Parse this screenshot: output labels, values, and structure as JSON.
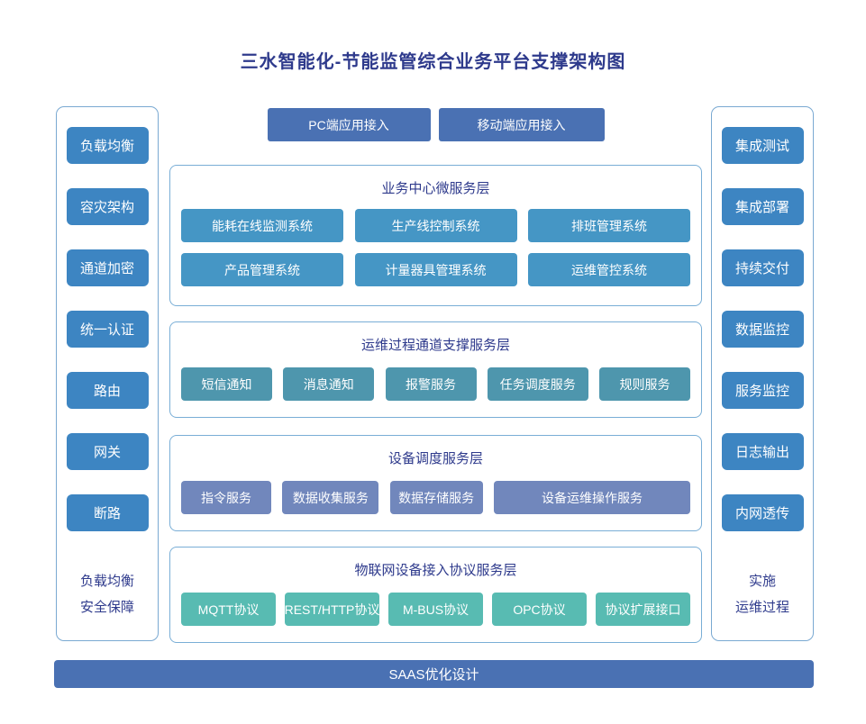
{
  "title": "三水智能化-节能监管综合业务平台支撑架构图",
  "top_access": {
    "pc": "PC端应用接入",
    "mobile": "移动端应用接入"
  },
  "left_panel": {
    "items": [
      "负载均衡",
      "容灾架构",
      "通道加密",
      "统一认证",
      "路由",
      "网关",
      "断路"
    ],
    "caption": [
      "负载均衡",
      "安全保障"
    ]
  },
  "right_panel": {
    "items": [
      "集成测试",
      "集成部署",
      "持续交付",
      "数据监控",
      "服务监控",
      "日志输出",
      "内网透传"
    ],
    "caption": [
      "实施",
      "运维过程"
    ]
  },
  "layers": [
    {
      "title": "业务中心微服务层",
      "rows": [
        [
          "能耗在线监测系统",
          "生产线控制系统",
          "排班管理系统"
        ],
        [
          "产品管理系统",
          "计量器具管理系统",
          "运维管控系统"
        ]
      ]
    },
    {
      "title": "运维过程通道支撑服务层",
      "items": [
        "短信通知",
        "消息通知",
        "报警服务",
        "任务调度服务",
        "规则服务"
      ]
    },
    {
      "title": "设备调度服务层",
      "items": [
        "指令服务",
        "数据收集服务",
        "数据存储服务",
        "设备运维操作服务"
      ]
    },
    {
      "title": "物联网设备接入协议服务层",
      "items": [
        "MQTT协议",
        "REST/HTTP协议",
        "M-BUS协议",
        "OPC协议",
        "协议扩展接口"
      ]
    }
  ],
  "bottom_bar": "SAAS优化设计",
  "colors": {
    "title_text": "#2e3a8c",
    "panel_button": "#3d85c2",
    "access_button": "#4a71b3",
    "layer1_button": "#4596c5",
    "layer2_button": "#4e96ad",
    "layer3_button": "#7187bc",
    "layer4_button": "#58bbb2",
    "box_border": "#79aed6",
    "bottom_bar": "#4a71b3"
  }
}
